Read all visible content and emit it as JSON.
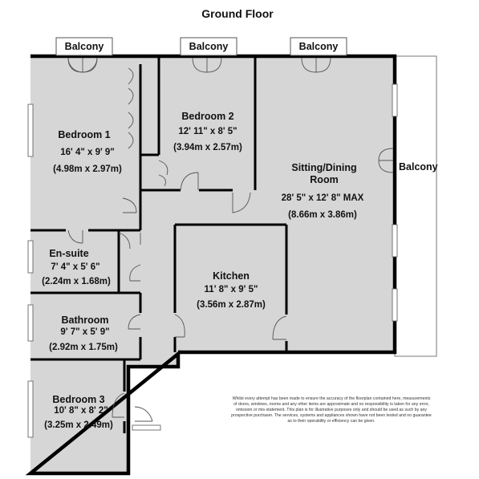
{
  "floor_title": "Ground Floor",
  "balconies": {
    "top_left": "Balcony",
    "top_middle": "Balcony",
    "top_right": "Balcony",
    "right": "Balcony"
  },
  "rooms": {
    "bedroom1": {
      "name": "Bedroom 1",
      "imperial": "16' 4\" x 9' 9\"",
      "metric": "(4.98m x 2.97m)"
    },
    "bedroom2": {
      "name": "Bedroom 2",
      "imperial": "12' 11\" x 8' 5\"",
      "metric": "(3.94m x 2.57m)"
    },
    "sitting": {
      "name_line1": "Sitting/Dining",
      "name_line2": "Room",
      "imperial": "28' 5\" x 12' 8\" MAX",
      "metric": "(8.66m x 3.86m)"
    },
    "ensuite": {
      "name": "En-suite",
      "imperial": "7' 4\" x 5' 6\"",
      "metric": "(2.24m x 1.68m)"
    },
    "kitchen": {
      "name": "Kitchen",
      "imperial": "11' 8\" x 9' 5\"",
      "metric": "(3.56m x 2.87m)"
    },
    "bathroom": {
      "name": "Bathroom",
      "imperial": "9' 7\" x 5' 9\"",
      "metric": "(2.92m x 1.75m)"
    },
    "bedroom3": {
      "name": "Bedroom 3",
      "imperial": "10' 8\" x 8' 2\"",
      "metric": "(3.25m x 2.49m)"
    }
  },
  "disclaimer": [
    "Whilst every attempt has been made to ensure the accuracy of the floorplan contained here, measurements",
    "of doors, windows, rooms and any other items are approximate and no responsibility is taken for any error,",
    "omission or mis-statement. This plan is for illustrative purposes only and should be used as such by any",
    "prospective purchaser. The services, systems and appliances shown have not been tested and no guarantee",
    "as to their operability or efficiency can be given."
  ],
  "colors": {
    "floor": "#d6d6d6",
    "wall": "#000000",
    "background": "#ffffff"
  }
}
